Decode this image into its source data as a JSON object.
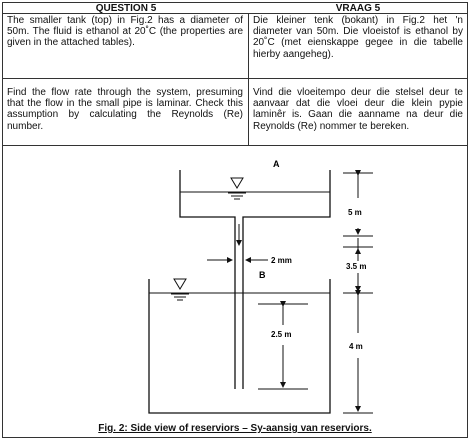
{
  "header": {
    "english": "QUESTION 5",
    "afrikaans": "VRAAG 5"
  },
  "paragraph1": {
    "english": "The smaller tank (top) in Fig.2 has a diameter of 50m. The fluid is ethanol at 20˚C (the properties are given in the attached tables).",
    "afrikaans": "Die kleiner tenk (bokant) in Fig.2 het 'n diameter van 50m. Die vloeistof is ethanol by 20˚C (met eienskappe gegee in die tabelle hierby aangeheg)."
  },
  "paragraph2": {
    "english": "Find the flow rate through the system, presuming that the flow in the small pipe is laminar. Check this assumption by calculating the Reynolds (Re) number.",
    "afrikaans": "Vind die vloeitempo deur die stelsel deur te aanvaar dat die vloei deur die klein pypie laminêr is. Gaan die aanname na deur die Reynolds (Re) nommer te bereken."
  },
  "figure": {
    "label_a": "A",
    "label_b": "B",
    "dim_5m": "5 m",
    "dim_2mm": "2 mm",
    "dim_35m": "3.5 m",
    "dim_25m": "2.5 m",
    "dim_4m": "4 m",
    "caption": "Fig. 2: Side view of reserviors – Sy-aansig van reserviors."
  }
}
